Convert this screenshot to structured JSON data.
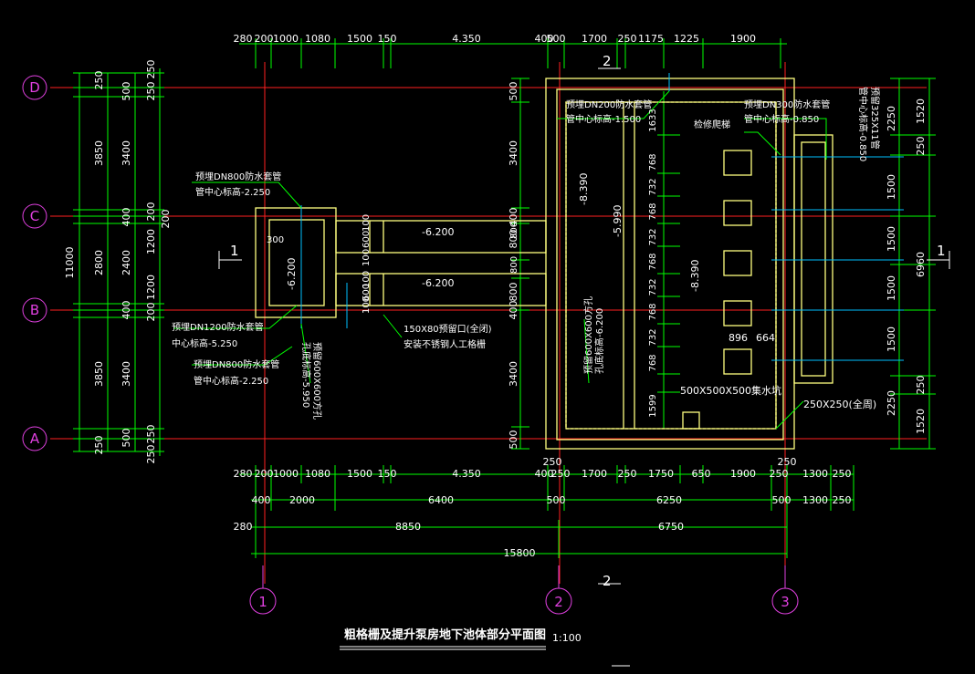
{
  "title": "粗格栅及提升泵房地下池体部分平面图",
  "scale": "1:100",
  "axes": {
    "rows": [
      "D",
      "C",
      "B",
      "A"
    ],
    "cols": [
      "1",
      "2",
      "3"
    ]
  },
  "section_marks": {
    "s1": "1",
    "s2": "2"
  },
  "top_dims": [
    "280",
    "200",
    "1000",
    "1080",
    "1500",
    "150",
    "4.350",
    "400",
    "500",
    "1700",
    "250",
    "1175",
    "1225",
    "1900"
  ],
  "bottom_dims_row1": [
    "280",
    "200",
    "1000",
    "1080",
    "1500",
    "150",
    "4.350",
    "400",
    "250",
    "1700",
    "250",
    "1750",
    "650",
    "1900",
    "250",
    "1300",
    "250"
  ],
  "bottom_dims_row2": [
    "400",
    "2000",
    "6400",
    "500",
    "6250",
    "500",
    "1300",
    "250"
  ],
  "bottom_dims_row3": [
    "280",
    "8850",
    "6750"
  ],
  "bottom_dims_row4": [
    "15800"
  ],
  "left_dims_outer": [
    "11000"
  ],
  "left_dims_mid": [
    "250",
    "3850",
    "2800",
    "3850",
    "250"
  ],
  "left_dims_inner": [
    "500",
    "3400",
    "400",
    "2400",
    "400",
    "3400",
    "500"
  ],
  "left_dims_far": [
    "250",
    "250",
    "200",
    "200",
    "1200",
    "1200",
    "200",
    "250",
    "250"
  ],
  "right_dims_inner": [
    "1520",
    "250",
    "1500",
    "1500",
    "1500",
    "1500",
    "250",
    "1520"
  ],
  "right_dims_mid": [
    "2250",
    "6960",
    "2250"
  ],
  "center_dims": [
    "500",
    "3400",
    "400",
    "800",
    "800",
    "400",
    "3400",
    "500"
  ],
  "pump_dims": [
    "1633",
    "768",
    "732",
    "768",
    "732",
    "768",
    "732",
    "768",
    "732",
    "768",
    "1599"
  ],
  "notes": {
    "n1a": "预埋DN800防水套管",
    "n1b": "管中心标高-2.250",
    "n2a": "预埋DN1200防水套管",
    "n2b": "中心标高-5.250",
    "n3a": "预埋DN800防水套管",
    "n3b": "管中心标高-2.250",
    "n4a": "预埋DN200防水套管",
    "n4b": "管中心标高-1.500",
    "n5a": "预埋DN300防水套管",
    "n5b": "管中心标高-0.850",
    "n6": "预留325X11管",
    "n6b": "管中心标高-0.850",
    "n7": "检修爬梯",
    "n8a": "150X80预留口(全闭)",
    "n8b": "安装不锈钢人工格栅",
    "n9a": "预留600X600方孔",
    "n9b": "孔底标高-5.950",
    "n10a": "预留600X600方孔",
    "n10b": "孔底标高-6.200",
    "n11": "500X500X500集水坑",
    "n12": "250X250(全周)",
    "el1": "-6.200",
    "el2": "-6.200",
    "el3": "-6.200",
    "el4": "-8.390",
    "el5": "-5.990",
    "el6": "-8.390",
    "d300": "300",
    "d896": "896",
    "d664": "664",
    "g1": "100",
    "g2": "600",
    "g3": "100",
    "g4": "100",
    "g5": "600",
    "g6": "100",
    "g7": "800",
    "g8": "800"
  },
  "colors": {
    "background": "#000000",
    "axis": "#e040e0",
    "grid_red": "#ff2020",
    "dim": "#00ff00",
    "wall": "#ffff80",
    "cyan": "#00c0ff",
    "text": "#ffffff"
  }
}
